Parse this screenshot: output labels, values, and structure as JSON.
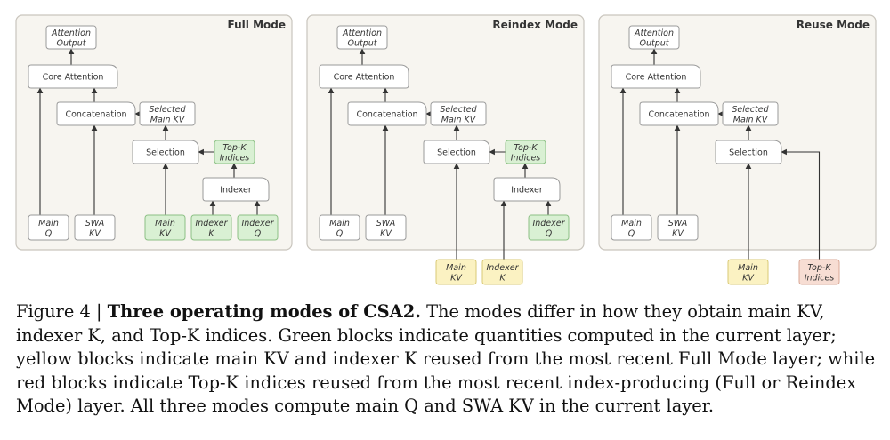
{
  "colors": {
    "panel_fill": "#f7f5f0",
    "panel_stroke": "#c9c5bd",
    "node_fill": "#ffffff",
    "node_stroke": "#9a9a9a",
    "green_fill": "#d9f0d3",
    "green_stroke": "#8cc084",
    "yellow_fill": "#fbf2c2",
    "yellow_stroke": "#d9c976",
    "red_fill": "#f7ddd3",
    "red_stroke": "#d8a796",
    "arrow": "#333333"
  },
  "modes": [
    {
      "title": "Full Mode",
      "nodes": [
        {
          "id": "attention_output",
          "lines": [
            "Attention",
            "Output"
          ],
          "italic": true,
          "style": "white"
        },
        {
          "id": "core_attention",
          "lines": [
            "Core Attention"
          ],
          "italic": false,
          "style": "white"
        },
        {
          "id": "concatenation",
          "lines": [
            "Concatenation"
          ],
          "italic": false,
          "style": "white"
        },
        {
          "id": "selected_main_kv",
          "lines": [
            "Selected",
            "Main KV"
          ],
          "italic": true,
          "style": "white"
        },
        {
          "id": "selection",
          "lines": [
            "Selection"
          ],
          "italic": false,
          "style": "white"
        },
        {
          "id": "topk_indices",
          "lines": [
            "Top-K",
            "Indices"
          ],
          "italic": true,
          "style": "green"
        },
        {
          "id": "indexer",
          "lines": [
            "Indexer"
          ],
          "italic": false,
          "style": "white"
        },
        {
          "id": "main_q",
          "lines": [
            "Main",
            "Q"
          ],
          "italic": true,
          "style": "white"
        },
        {
          "id": "swa_kv",
          "lines": [
            "SWA",
            "KV"
          ],
          "italic": true,
          "style": "white"
        },
        {
          "id": "main_kv",
          "lines": [
            "Main",
            "KV"
          ],
          "italic": true,
          "style": "green"
        },
        {
          "id": "indexer_k",
          "lines": [
            "Indexer",
            "K"
          ],
          "italic": true,
          "style": "green"
        },
        {
          "id": "indexer_q",
          "lines": [
            "Indexer",
            "Q"
          ],
          "italic": true,
          "style": "green"
        }
      ]
    },
    {
      "title": "Reindex Mode",
      "nodes": [
        {
          "id": "attention_output",
          "lines": [
            "Attention",
            "Output"
          ],
          "italic": true,
          "style": "white"
        },
        {
          "id": "core_attention",
          "lines": [
            "Core Attention"
          ],
          "italic": false,
          "style": "white"
        },
        {
          "id": "concatenation",
          "lines": [
            "Concatenation"
          ],
          "italic": false,
          "style": "white"
        },
        {
          "id": "selected_main_kv",
          "lines": [
            "Selected",
            "Main KV"
          ],
          "italic": true,
          "style": "white"
        },
        {
          "id": "selection",
          "lines": [
            "Selection"
          ],
          "italic": false,
          "style": "white"
        },
        {
          "id": "topk_indices",
          "lines": [
            "Top-K",
            "Indices"
          ],
          "italic": true,
          "style": "green"
        },
        {
          "id": "indexer",
          "lines": [
            "Indexer"
          ],
          "italic": false,
          "style": "white"
        },
        {
          "id": "main_q",
          "lines": [
            "Main",
            "Q"
          ],
          "italic": true,
          "style": "white"
        },
        {
          "id": "swa_kv",
          "lines": [
            "SWA",
            "KV"
          ],
          "italic": true,
          "style": "white"
        },
        {
          "id": "indexer_q",
          "lines": [
            "Indexer",
            "Q"
          ],
          "italic": true,
          "style": "green"
        },
        {
          "id": "ext_main_kv",
          "lines": [
            "Main",
            "KV"
          ],
          "italic": true,
          "style": "yellow"
        },
        {
          "id": "ext_indexer_k",
          "lines": [
            "Indexer",
            "K"
          ],
          "italic": true,
          "style": "yellow"
        }
      ]
    },
    {
      "title": "Reuse Mode",
      "nodes": [
        {
          "id": "attention_output",
          "lines": [
            "Attention",
            "Output"
          ],
          "italic": true,
          "style": "white"
        },
        {
          "id": "core_attention",
          "lines": [
            "Core Attention"
          ],
          "italic": false,
          "style": "white"
        },
        {
          "id": "concatenation",
          "lines": [
            "Concatenation"
          ],
          "italic": false,
          "style": "white"
        },
        {
          "id": "selected_main_kv",
          "lines": [
            "Selected",
            "Main KV"
          ],
          "italic": true,
          "style": "white"
        },
        {
          "id": "selection",
          "lines": [
            "Selection"
          ],
          "italic": false,
          "style": "white"
        },
        {
          "id": "main_q",
          "lines": [
            "Main",
            "Q"
          ],
          "italic": true,
          "style": "white"
        },
        {
          "id": "swa_kv",
          "lines": [
            "SWA",
            "KV"
          ],
          "italic": true,
          "style": "white"
        },
        {
          "id": "ext_main_kv",
          "lines": [
            "Main",
            "KV"
          ],
          "italic": true,
          "style": "yellow"
        },
        {
          "id": "ext_topk_indices",
          "lines": [
            "Top-K",
            "Indices"
          ],
          "italic": true,
          "style": "red"
        }
      ]
    }
  ],
  "caption": {
    "label": "Figure 4 | ",
    "title": "Three operating modes of CSA2.",
    "body": " The modes differ in how they obtain main KV, indexer K, and Top-K indices. Green blocks indicate quantities computed in the current layer; yellow blocks indicate main KV and indexer K reused from the most recent Full Mode layer; while red blocks indicate Top-K indices reused from the most recent index-producing (Full or Reindex Mode) layer. All three modes compute main Q and SWA KV in the current layer."
  }
}
